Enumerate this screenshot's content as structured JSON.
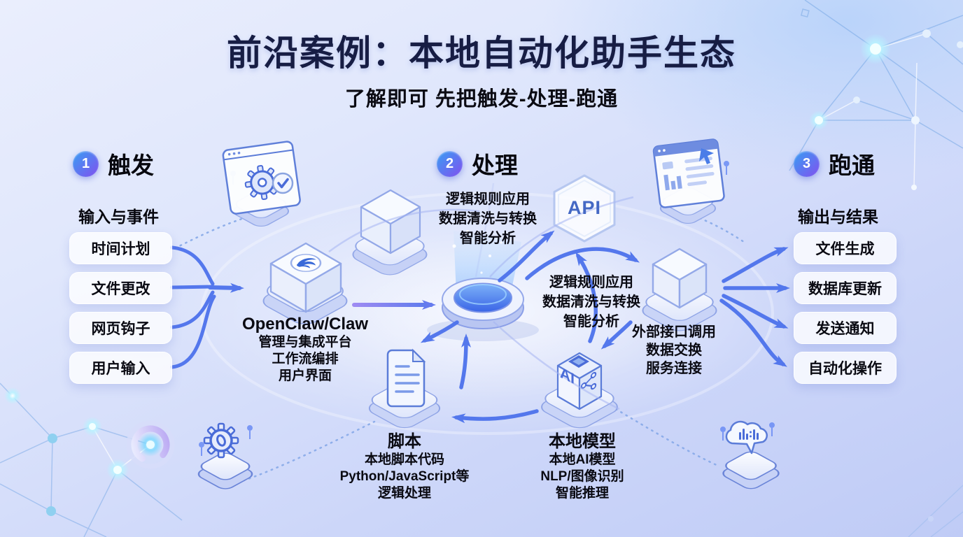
{
  "title": "前沿案例：本地自动化助手生态",
  "subtitle": "了解即可 先把触发-处理-跑通",
  "sections": {
    "trigger": {
      "num": "1",
      "label": "触发",
      "subheading": "输入与事件",
      "items": [
        "时间计划",
        "文件更改",
        "网页钩子",
        "用户输入"
      ]
    },
    "process": {
      "num": "2",
      "label": "处理"
    },
    "run": {
      "num": "3",
      "label": "跑通",
      "subheading": "输出与结果",
      "items": [
        "文件生成",
        "数据库更新",
        "发送通知",
        "自动化操作"
      ]
    }
  },
  "nodes": {
    "openclaw": {
      "title": "OpenClaw/Claw",
      "lines": [
        "管理与集成平台",
        "工作流编排",
        "用户界面"
      ]
    },
    "api": {
      "label": "API"
    },
    "hub_note_top": {
      "lines": [
        "逻辑规则应用",
        "数据清洗与转换",
        "智能分析"
      ]
    },
    "hub_note_mid": {
      "lines": [
        "逻辑规则应用",
        "数据清洗与转换",
        "智能分析"
      ]
    },
    "external": {
      "lines": [
        "外部接口调用",
        "数据交换",
        "服务连接"
      ]
    },
    "script": {
      "title": "脚本",
      "lines": [
        "本地脚本代码",
        "Python/JavaScript等",
        "逻辑处理"
      ]
    },
    "local_model": {
      "title": "本地模型",
      "cube_label": "AI",
      "lines": [
        "本地AI模型",
        "NLP/图像识别",
        "智能推理"
      ]
    }
  },
  "icons": [
    "claw-logo-icon",
    "browser-gear-check-icon",
    "cube-icon",
    "dashboard-window-icon",
    "cursor-icon",
    "portal-hub-icon",
    "api-hexagon-icon",
    "server-box-icon",
    "document-icon",
    "ai-cube-icon",
    "gear-icon",
    "cloud-audio-icon",
    "glow-ring-icon",
    "network-nodes-icon"
  ],
  "colors": {
    "background_top": "#eaeefd",
    "background_bottom": "#bfcbf6",
    "accent_blue": "#4a7df0",
    "accent_purple": "#7a58f0",
    "arrow": "#4d72ec",
    "title_text": "#171d44",
    "api_text": "#4468c4",
    "body_text": "#0a0a12"
  }
}
